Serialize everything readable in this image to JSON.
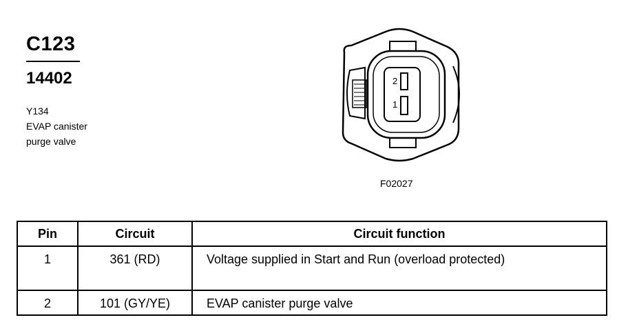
{
  "header": {
    "connector_id": "C123",
    "part_number": "14402",
    "description_lines": [
      "Y134",
      "EVAP canister",
      "purge valve"
    ]
  },
  "figure": {
    "code": "F02027",
    "pin_labels": [
      "2",
      "1"
    ]
  },
  "table": {
    "headers": [
      "Pin",
      "Circuit",
      "Circuit function"
    ],
    "rows": [
      {
        "pin": "1",
        "circuit": "361 (RD)",
        "function": "Voltage supplied in Start and Run (overload protected)"
      },
      {
        "pin": "2",
        "circuit": "101 (GY/YE)",
        "function": "EVAP canister purge valve"
      }
    ]
  }
}
